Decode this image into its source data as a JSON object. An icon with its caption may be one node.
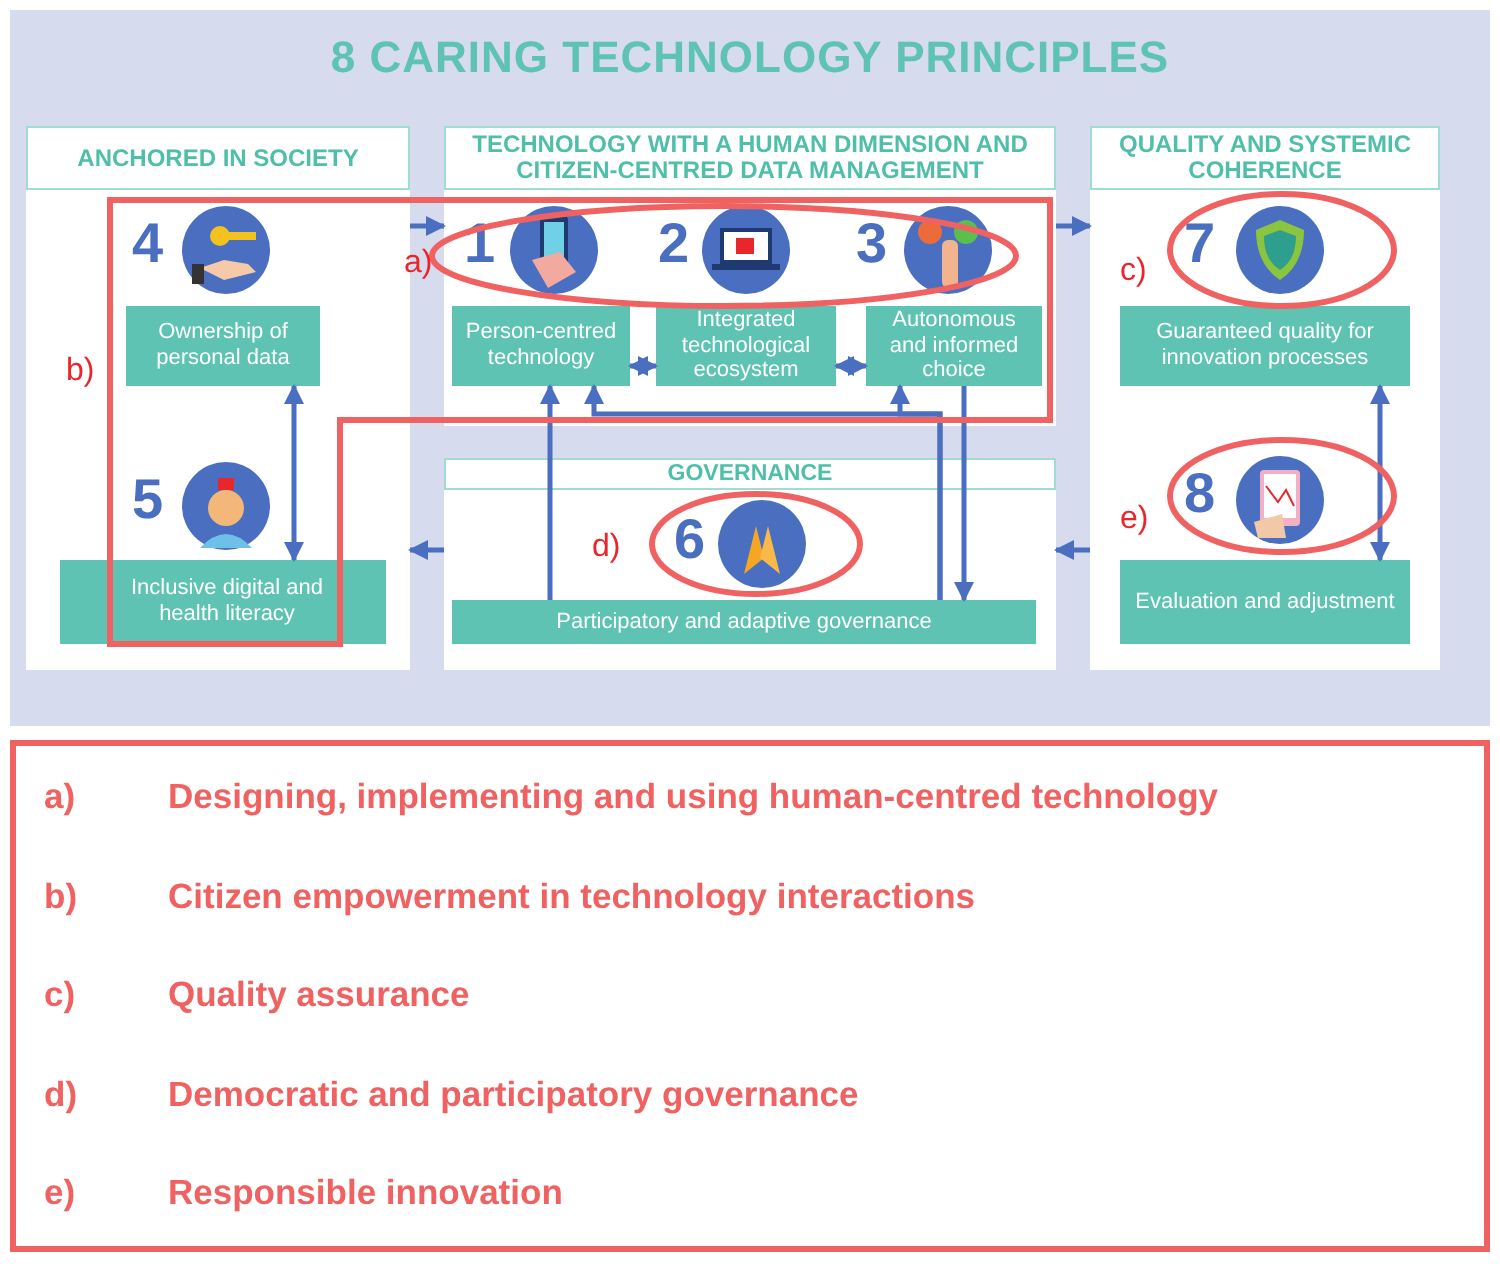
{
  "diagram": {
    "title": "8 CARING TECHNOLOGY PRINCIPLES",
    "nodes": [
      {
        "text": [
          "ANCHORED IN SOCIETY"
        ]
      },
      {
        "text": [
          "TECHNOLOGY WITH A HUMAN DIMENSION AND CITIZEN-CENTRED DATA MANAGEMENT"
        ]
      },
      {
        "text": [
          "QUALITY AND SYSTEMIC COHERENCE"
        ]
      },
      {
        "text": [
          "GOVERNANCE"
        ]
      },
      {
        "text": [
          "Ownership of personal data"
        ],
        "in": 0,
        "beside": [
          "4"
        ]
      },
      {
        "text": [
          "Inclusive digital and health literacy"
        ],
        "in": 0,
        "beside": [
          "5"
        ]
      },
      {
        "text": [
          "Person-centred technology"
        ],
        "in": 1,
        "beside": [
          "1"
        ]
      },
      {
        "text": [
          "Integrated technological ecosystem"
        ],
        "in": 1,
        "beside": [
          "2"
        ]
      },
      {
        "text": [
          "Autonomous and informed choice"
        ],
        "in": 1,
        "beside": [
          "3"
        ]
      },
      {
        "text": [
          "Guaranteed quality for innovation processes"
        ],
        "in": 2,
        "beside": [
          "7"
        ]
      },
      {
        "text": [
          "Evaluation and adjustment"
        ],
        "in": 2,
        "beside": [
          "8"
        ]
      },
      {
        "text": [
          "Participatory and adaptive governance"
        ],
        "in": 3,
        "beside": [
          "6"
        ]
      }
    ],
    "edges": [
      {
        "from": 0,
        "to": 1,
        "arrow": "to"
      },
      {
        "from": 1,
        "to": 2,
        "arrow": "to"
      },
      {
        "from": 3,
        "to": 0,
        "arrow": "to"
      },
      {
        "from": 2,
        "to": 3,
        "arrow": "to"
      },
      {
        "from": 4,
        "to": 5,
        "arrow": "both"
      },
      {
        "from": 6,
        "to": 7,
        "arrow": "both"
      },
      {
        "from": 7,
        "to": 8,
        "arrow": "both"
      },
      {
        "from": 9,
        "to": 10,
        "arrow": "both"
      },
      {
        "from": 8,
        "to": 11,
        "arrow": "to"
      },
      {
        "from": 11,
        "to": 6,
        "arrow": "to"
      },
      {
        "from": 11,
        "to": 6,
        "arrow": "to"
      },
      {
        "from": 11,
        "to": 8,
        "arrow": "to"
      }
    ],
    "labels": [
      "a)",
      "b)",
      "c)",
      "d)",
      "e)",
      "a)",
      "Designing, implementing and using human-centred technology",
      "b)",
      "Citizen empowerment in technology interactions",
      "c)",
      "Quality assurance",
      "d)",
      "Democratic and participatory governance",
      "e)",
      "Responsible innovation"
    ]
  }
}
